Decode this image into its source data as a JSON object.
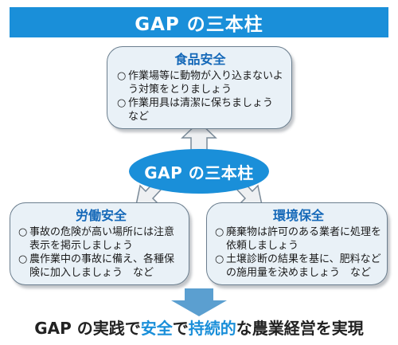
{
  "banner": {
    "title": "GAP の三本柱"
  },
  "center": {
    "label": "GAP の三本柱"
  },
  "food": {
    "title": "食品安全",
    "items": [
      "作業場等に動物が入り込まないよう対策をとりましょう",
      "作業用具は清潔に保ちましょう　など"
    ]
  },
  "labor": {
    "title": "労働安全",
    "items": [
      "事故の危険が高い場所には注意表示を掲示しましょう",
      "農作業中の事故に備え、各種保険に加入しましょう　など"
    ]
  },
  "env": {
    "title": "環境保全",
    "items": [
      "廃棄物は許可のある業者に処理を依頼しましょう",
      "土壌診断の結果を基に、肥料などの施用量を決めましょう　など"
    ]
  },
  "bullet": "○",
  "footer": {
    "p1": "GAP の実践で",
    "p2": "安全",
    "p3": "で",
    "p4": "持続的",
    "p5": "な農業経営を実現"
  },
  "colors": {
    "accent": "#1a8fd9",
    "box_fill": "#e9f1f7",
    "title_blue": "#1468b8",
    "arrow_gray": "#eef0f2",
    "footer_arrow": "#5b9fd0"
  }
}
